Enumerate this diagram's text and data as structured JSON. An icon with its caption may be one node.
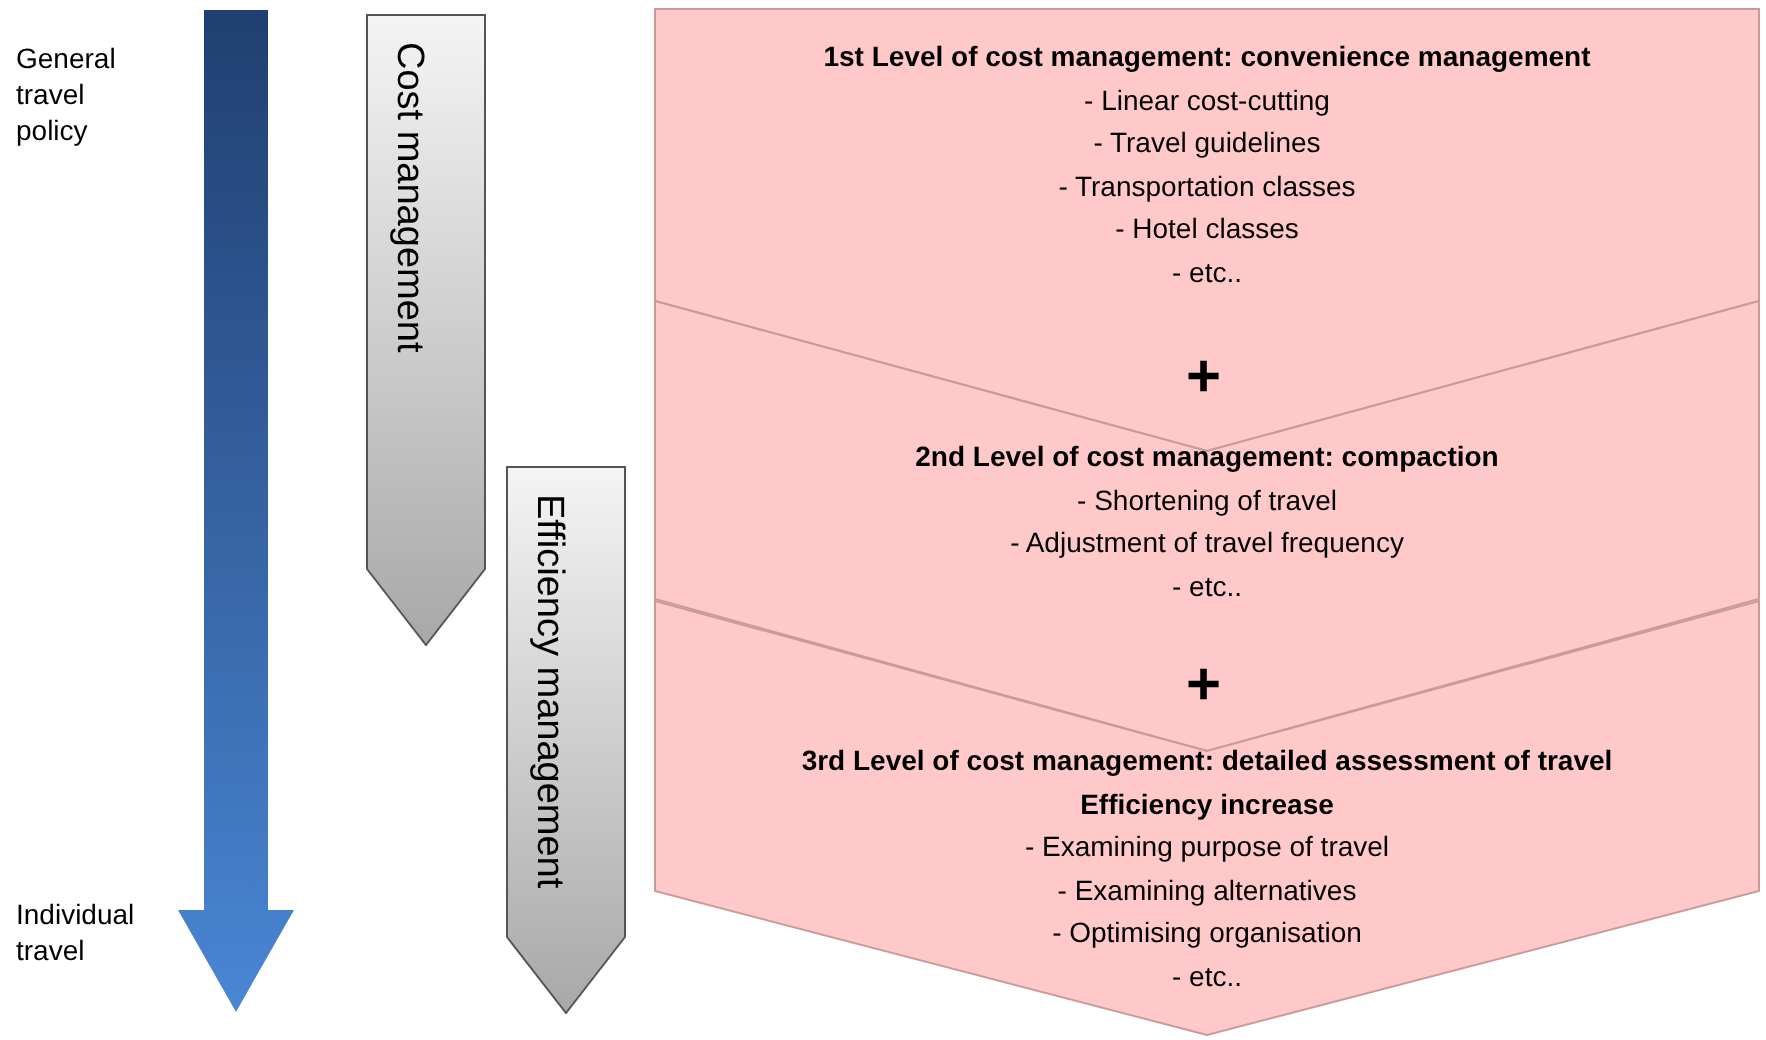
{
  "diagram": {
    "nodes": [
      {
        "text": [
          "Cost management"
        ]
      },
      {
        "text": [
          "Efficiency management"
        ]
      },
      {
        "text": [
          "1st Level of cost management: convenience management",
          "- Linear cost-cutting",
          "- Travel guidelines",
          "- Transportation classes",
          "- Hotel classes",
          "- etc.."
        ]
      },
      {
        "text": [
          "2nd Level of cost management: compaction",
          "- Shortening of travel",
          "- Adjustment of travel frequency",
          "- etc.."
        ]
      },
      {
        "text": [
          "3rd Level of cost management: detailed assessment of travel",
          "Efficiency increase",
          "- Examining purpose of travel",
          "- Examining alternatives",
          "- Optimising organisation",
          "- etc.."
        ]
      }
    ],
    "labels": [
      "General travel policy",
      "Individual travel",
      "+",
      "+"
    ]
  }
}
